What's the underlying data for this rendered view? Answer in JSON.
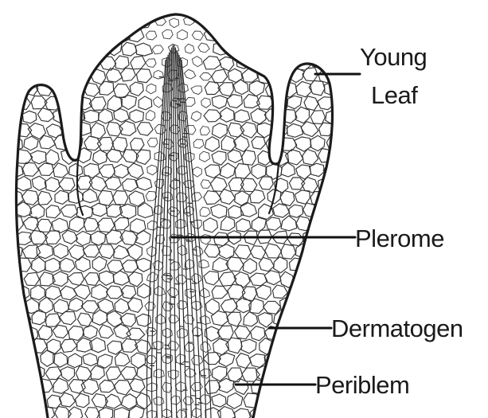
{
  "figure": {
    "labels": {
      "young_leaf_line1": "Young",
      "young_leaf_line2": "Leaf",
      "plerome": "Plerome",
      "dermatogen": "Dermatogen",
      "periblem": "Periblem"
    }
  }
}
